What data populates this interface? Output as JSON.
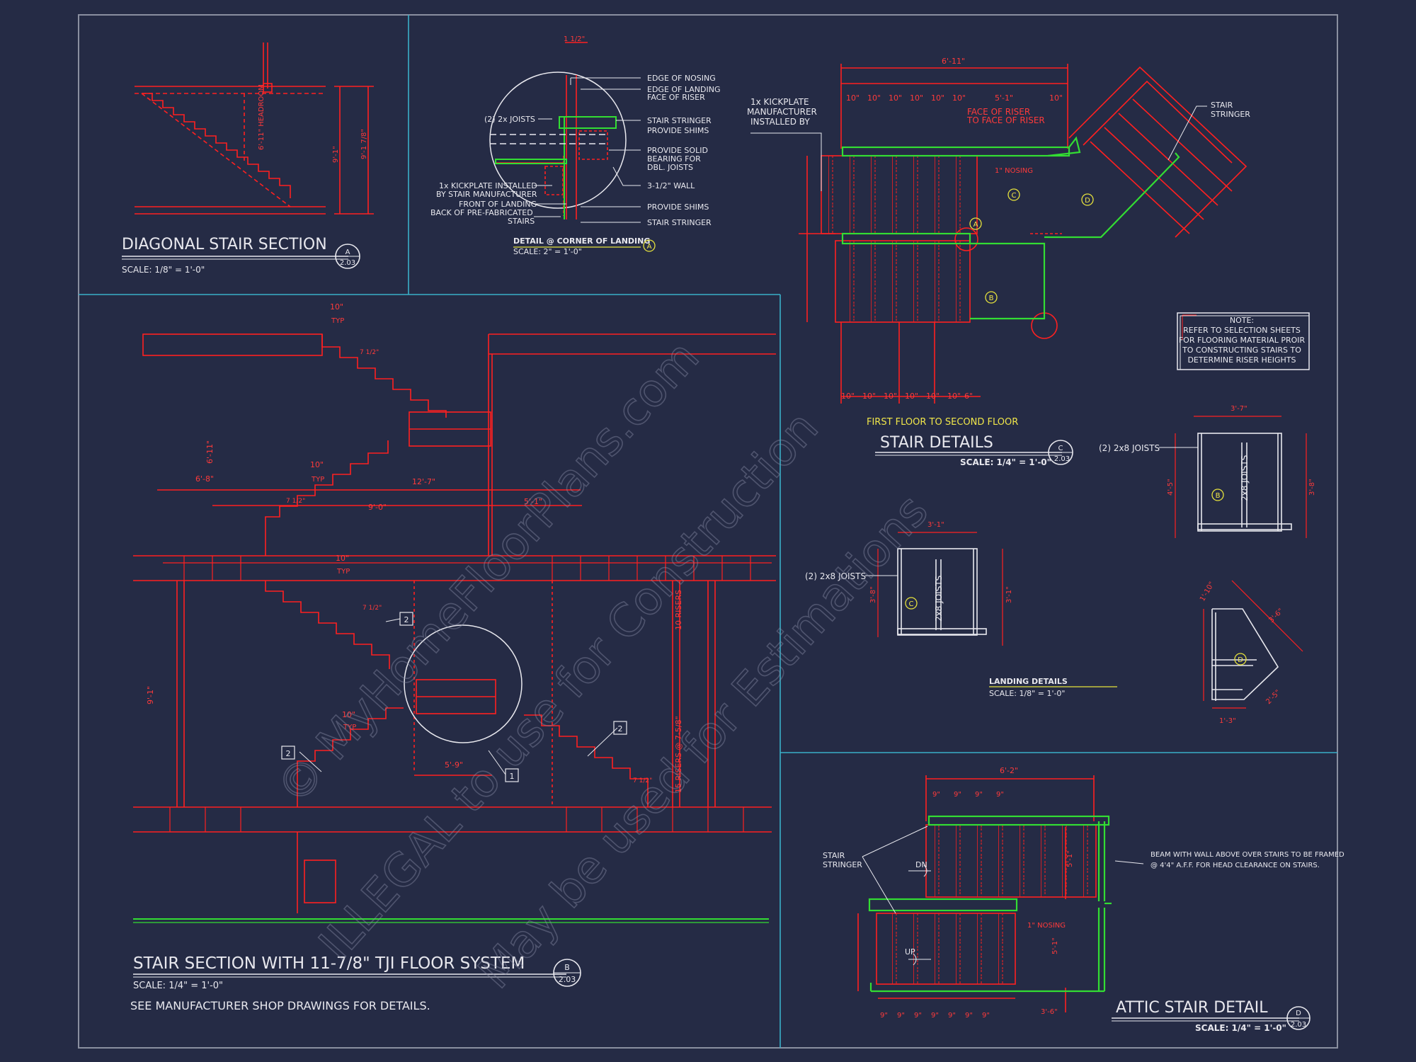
{
  "colors": {
    "background": "#252b45",
    "linework": "#ff2020",
    "text": "#e8e8ee",
    "landing": "#33dd33",
    "frame": "#8a8fa0",
    "divider": "#3ab0c8",
    "tag": "#e6e23c",
    "watermark": "#6a6e86"
  },
  "watermark": {
    "line1": "© MyHomeFloorPlans.com",
    "line2": "ILLEGAL to use for Construction",
    "line3": "May be used for Estimations"
  },
  "panel_a": {
    "title": "DIAGONAL STAIR SECTION",
    "scale": "SCALE: 1/8\" = 1'-0\"",
    "tag_letter": "A",
    "tag_sheet": "2.03",
    "dims": {
      "headroom": "6'-11\" HEADROOM",
      "height1": "9'-1\"",
      "height2": "9'-1 7/8\""
    }
  },
  "detail_a": {
    "title": "DETAIL @ CORNER OF LANDING",
    "scale": "SCALE: 2\" = 1'-0\"",
    "tag": "A",
    "callouts": [
      "EDGE OF NOSING",
      "EDGE OF LANDING",
      "FACE OF RISER",
      "STAIR STRINGER",
      "PROVIDE SHIMS",
      "PROVIDE SOLID",
      "BEARING FOR",
      "DBL. JOISTS",
      "3-1/2\" WALL",
      "PROVIDE SHIMS",
      "STAIR STRINGER"
    ],
    "left_callouts": [
      "(2) 2x JOISTS",
      "1x KICKPLATE INSTALLED",
      "BY STAIR MANUFACTURER",
      "FRONT OF LANDING",
      "BACK OF PRE-FABRICATED",
      "STAIRS"
    ],
    "dim_top": "1 1/2\""
  },
  "plan_c": {
    "kick_note": [
      "1x KICKPLATE",
      "MANUFACTURER",
      "INSTALLED BY"
    ],
    "stringer_note": [
      "STAIR",
      "STRINGER"
    ],
    "overall": "6'-11\"",
    "treads_top": [
      "10\"",
      "10\"",
      "10\"",
      "10\"",
      "10\"",
      "10\"",
      "5'-1\"",
      "10\""
    ],
    "treads_bottom": [
      "10\"",
      "10\"",
      "10\"",
      "10\"",
      "10\"",
      "10\"",
      "6\""
    ],
    "face_note": [
      "FACE OF RISER",
      "TO FACE OF RISER"
    ],
    "nosing": "1\" NOSING",
    "tags": [
      "A",
      "B",
      "C",
      "D"
    ],
    "subtitle": "FIRST FLOOR TO SECOND FLOOR",
    "title": "STAIR DETAILS",
    "scale": "SCALE: 1/4\" = 1'-0\"",
    "tag_letter": "C",
    "tag_sheet": "2.03"
  },
  "note_box": {
    "lines": [
      "NOTE:",
      "REFER TO SELECTION SHEETS",
      "FOR FLOORING MATERIAL PROIR",
      "TO CONSTRUCTING STAIRS TO",
      "DETERMINE RISER HEIGHTS"
    ]
  },
  "landings": {
    "b": {
      "label": "(2) 2x8 JOISTS",
      "joists": "2x8 JOISTS",
      "tag": "B",
      "width": "3'-7\"",
      "dim_l": "4'-5\"",
      "dim_r": "3'-8\""
    },
    "c": {
      "label": "(2) 2x8 JOISTS",
      "joists": "2x8 JOISTS",
      "tag": "C",
      "width": "3'-1\"",
      "dim_l": "3'-8\"",
      "dim_r": "3'-1\""
    },
    "d": {
      "tag": "D",
      "dim_a": "1'-10\"",
      "dim_b": "3'-6\"",
      "dim_c": "1'-3\"",
      "dim_d": "2'-5\""
    },
    "title": "LANDING DETAILS",
    "scale": "SCALE: 1/8\" = 1'-0\""
  },
  "section_b": {
    "title": "STAIR SECTION WITH 11-7/8\" TJI FLOOR SYSTEM",
    "scale": "SCALE: 1/4\" = 1'-0\"",
    "note": "SEE MANUFACTURER SHOP DRAWINGS FOR DETAILS.",
    "tag_letter": "B",
    "tag_sheet": "2.03",
    "dims": [
      "10\"",
      "TYP",
      "10\"",
      "TYP",
      "10\"",
      "TYP",
      "10\"",
      "TYP",
      "12'-7\"",
      "9'-0\"",
      "5'-1\"",
      "6'-8\"",
      "6'-11\"",
      "9'-1\"",
      "5'-9\"",
      "7 1/2\"",
      "7 1/2\"",
      "7 1/2\"",
      "7 1/2\"",
      "15 RISERS @ 7-5/8\"",
      "10 RISERS"
    ],
    "callouts": [
      "1",
      "2",
      "2",
      "2"
    ]
  },
  "attic": {
    "title": "ATTIC STAIR DETAIL",
    "scale": "SCALE: 1/4\" = 1'-0\"",
    "tag_letter": "D",
    "tag_sheet": "2.03",
    "stringer": [
      "STAIR",
      "STRINGER"
    ],
    "dn": "DN",
    "up": "UP",
    "overall": "6'-2\"",
    "beam_note": [
      "BEAM WITH WALL ABOVE OVER STAIRS TO BE FRAMED",
      "@ 4'4\" A.F.F. FOR HEAD CLEARANCE ON STAIRS."
    ],
    "treads_top": [
      "9\"",
      "9\"",
      "9\"",
      "9\""
    ],
    "treads_bottom": [
      "9\"",
      "9\"",
      "9\"",
      "9\"",
      "9\"",
      "9\"",
      "9\""
    ],
    "nosing": "1\" NOSING",
    "dims": [
      "5'-1\"",
      "5'-1\"",
      "3'-6\""
    ]
  }
}
